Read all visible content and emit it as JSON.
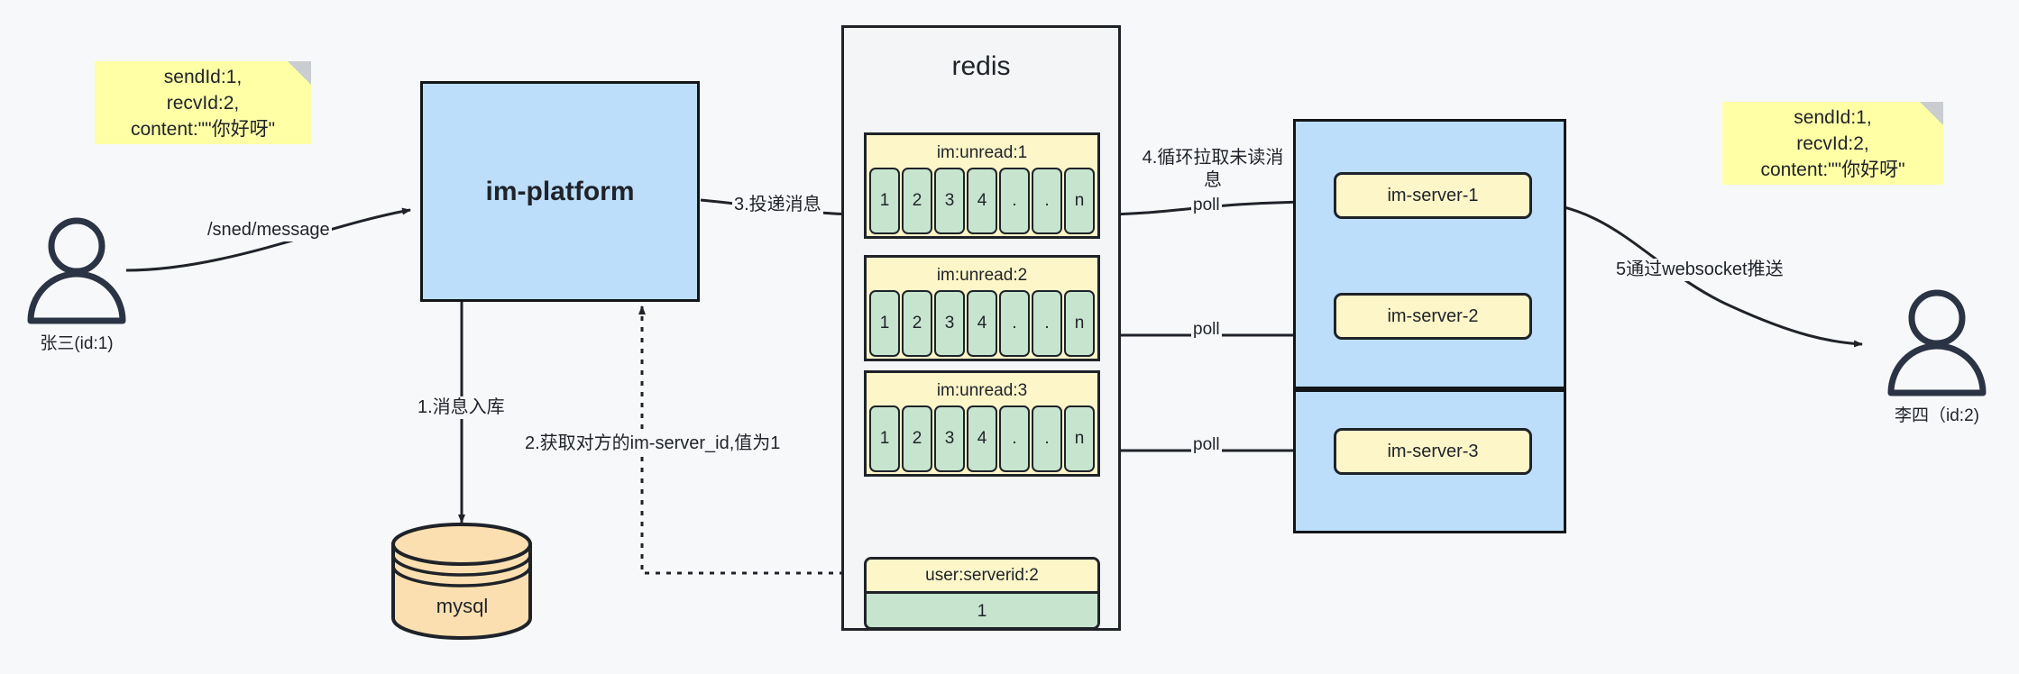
{
  "diagram": {
    "title": "IM message delivery architecture",
    "colors": {
      "note_yellow": "#ffffa6",
      "box_blue": "#bcdefb",
      "list_yellow": "#fdf6c9",
      "cell_green": "#c6e4ce",
      "db_orange": "#fcdfb0",
      "stroke": "#1f2329",
      "canvas": "#f7f8fa"
    }
  },
  "notes": {
    "left": "sendId:1,\nrecvId:2,\ncontent:\"\"你好呀\"",
    "right": "sendId:1,\nrecvId:2,\ncontent:\"\"你好呀\""
  },
  "actors": {
    "sender": {
      "caption": "张三(id:1)",
      "icon": "user-icon"
    },
    "receiver": {
      "caption": "李四（id:2)",
      "icon": "user-icon"
    }
  },
  "nodes": {
    "im_platform": "im-platform",
    "mysql": "mysql",
    "redis": "redis"
  },
  "redis": {
    "title": "redis",
    "lists": [
      {
        "key": "im:unread:1",
        "cells": [
          "1",
          "2",
          "3",
          "4",
          ".",
          ".",
          "n"
        ]
      },
      {
        "key": "im:unread:2",
        "cells": [
          "1",
          "2",
          "3",
          "4",
          ".",
          ".",
          "n"
        ]
      },
      {
        "key": "im:unread:3",
        "cells": [
          "1",
          "2",
          "3",
          "4",
          ".",
          ".",
          "n"
        ]
      }
    ],
    "kv": {
      "key": "user:serverid:2",
      "value": "1"
    }
  },
  "servers": [
    {
      "label": "im-server-1"
    },
    {
      "label": "im-server-2"
    },
    {
      "label": "im-server-3"
    }
  ],
  "edges": {
    "send_message": "/sned/message",
    "step1": "1.消息入库",
    "step2": "2.获取对方的im-server_id,值为1",
    "step3": "3.投递消息",
    "step4": "4.循环拉取未读消\n息",
    "poll_1": "poll",
    "poll_2": "poll",
    "poll_3": "poll",
    "step5": "5通过websocket推送"
  }
}
